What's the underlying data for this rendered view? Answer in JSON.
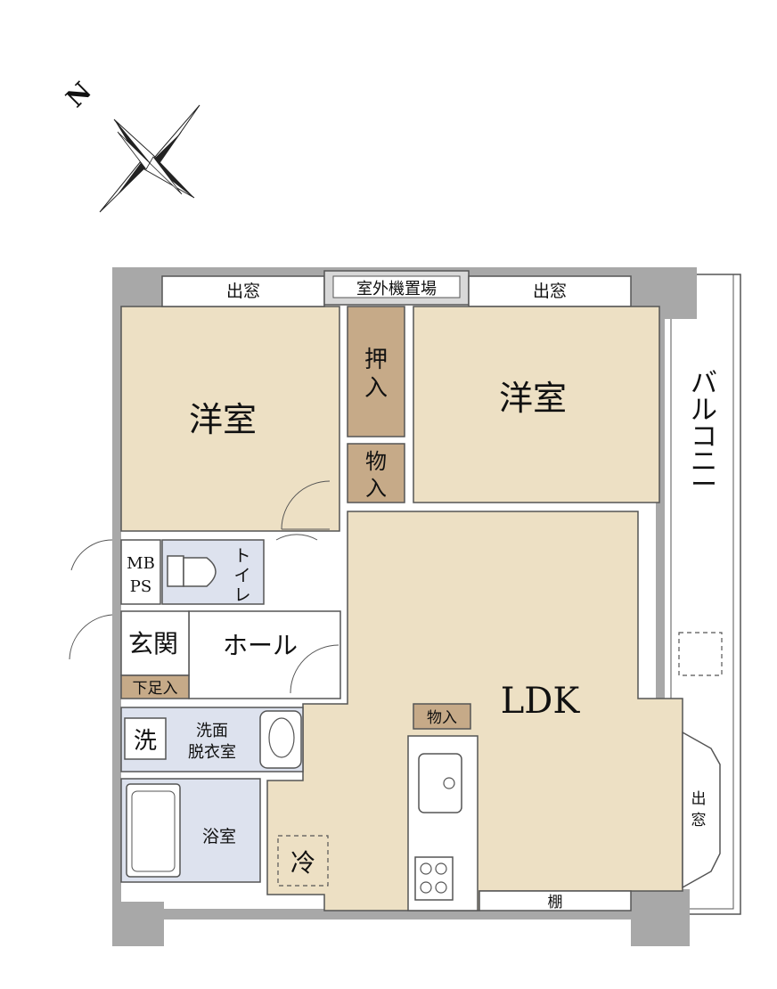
{
  "compass": {
    "north_label": "N"
  },
  "rooms": {
    "western_room_left": "洋室",
    "western_room_right": "洋室",
    "closet_oshiire": [
      "押",
      "入"
    ],
    "storage_upper": [
      "物",
      "入"
    ],
    "ldk": "LDK",
    "storage_kitchen": "物入",
    "toilet": [
      "ト",
      "イ",
      "レ"
    ],
    "mbps": [
      "MB",
      "PS"
    ],
    "entrance": "玄関",
    "shoe_storage": "下足入",
    "hall": "ホール",
    "washer": "洗",
    "washroom": [
      "洗面",
      "脱衣室"
    ],
    "bathroom": "浴室",
    "fridge": "冷",
    "shelf": "棚"
  },
  "windows": {
    "bay_window_left": "出窓",
    "outdoor_unit_space": "室外機置場",
    "bay_window_right": "出窓",
    "bay_window_east": [
      "出",
      "窓"
    ]
  },
  "balcony": {
    "label": [
      "バ",
      "ル",
      "コ",
      "ニ",
      "ー"
    ]
  },
  "colors": {
    "room_beige": "#ede0c4",
    "closet_brown": "#c6aa88",
    "wet_area_gray": "#dde2ee",
    "wall_gray": "#a8a8a8",
    "wall_dark": "#555555"
  }
}
